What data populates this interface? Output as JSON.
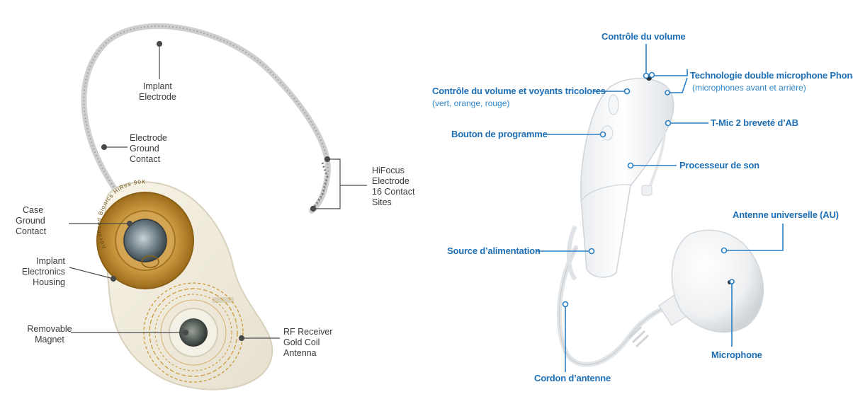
{
  "left_panel": {
    "callouts": {
      "implant_electrode": [
        "Implant",
        "Electrode"
      ],
      "electrode_ground_contact": [
        "Electrode",
        "Ground",
        "Contact"
      ],
      "hifocus_electrode": [
        "HiFocus",
        "Electrode",
        "16 Contact",
        "Sites"
      ],
      "case_ground_contact": [
        "Case",
        "Ground",
        "Contact"
      ],
      "implant_electronics_housing": [
        "Implant",
        "Electronics",
        "Housing"
      ],
      "removable_magnet": [
        "Removable",
        "Magnet"
      ],
      "rf_receiver": [
        "RF Receiver",
        "Gold Coil",
        "Antenna"
      ]
    },
    "device_brand": "HiRes 90K",
    "device_maker": "Advanced Bionics"
  },
  "right_panel": {
    "callouts": {
      "volume_control": "Contrôle du volume",
      "volume_tricolor": "Contrôle du volume et voyants tricolores",
      "volume_tricolor_sub": "(vert, orange, rouge)",
      "dual_mic": "Technologie double microphone Phonak",
      "dual_mic_sub": "(microphones avant et arrière)",
      "tmic": "T-Mic 2 breveté d’AB",
      "program_button": "Bouton de programme",
      "sound_processor": "Processeur de son",
      "universal_antenna": "Antenne universelle (AU)",
      "power_source": "Source d’alimentation",
      "microphone": "Microphone",
      "antenna_cord": "Cordon d’antenne"
    }
  },
  "colors": {
    "left_text": "#3a3a3a",
    "right_text": "#1e6fb3",
    "callout_line_right": "#2a7fc4",
    "callout_line_left": "#4a4a4a",
    "gold": "#c8952e"
  }
}
